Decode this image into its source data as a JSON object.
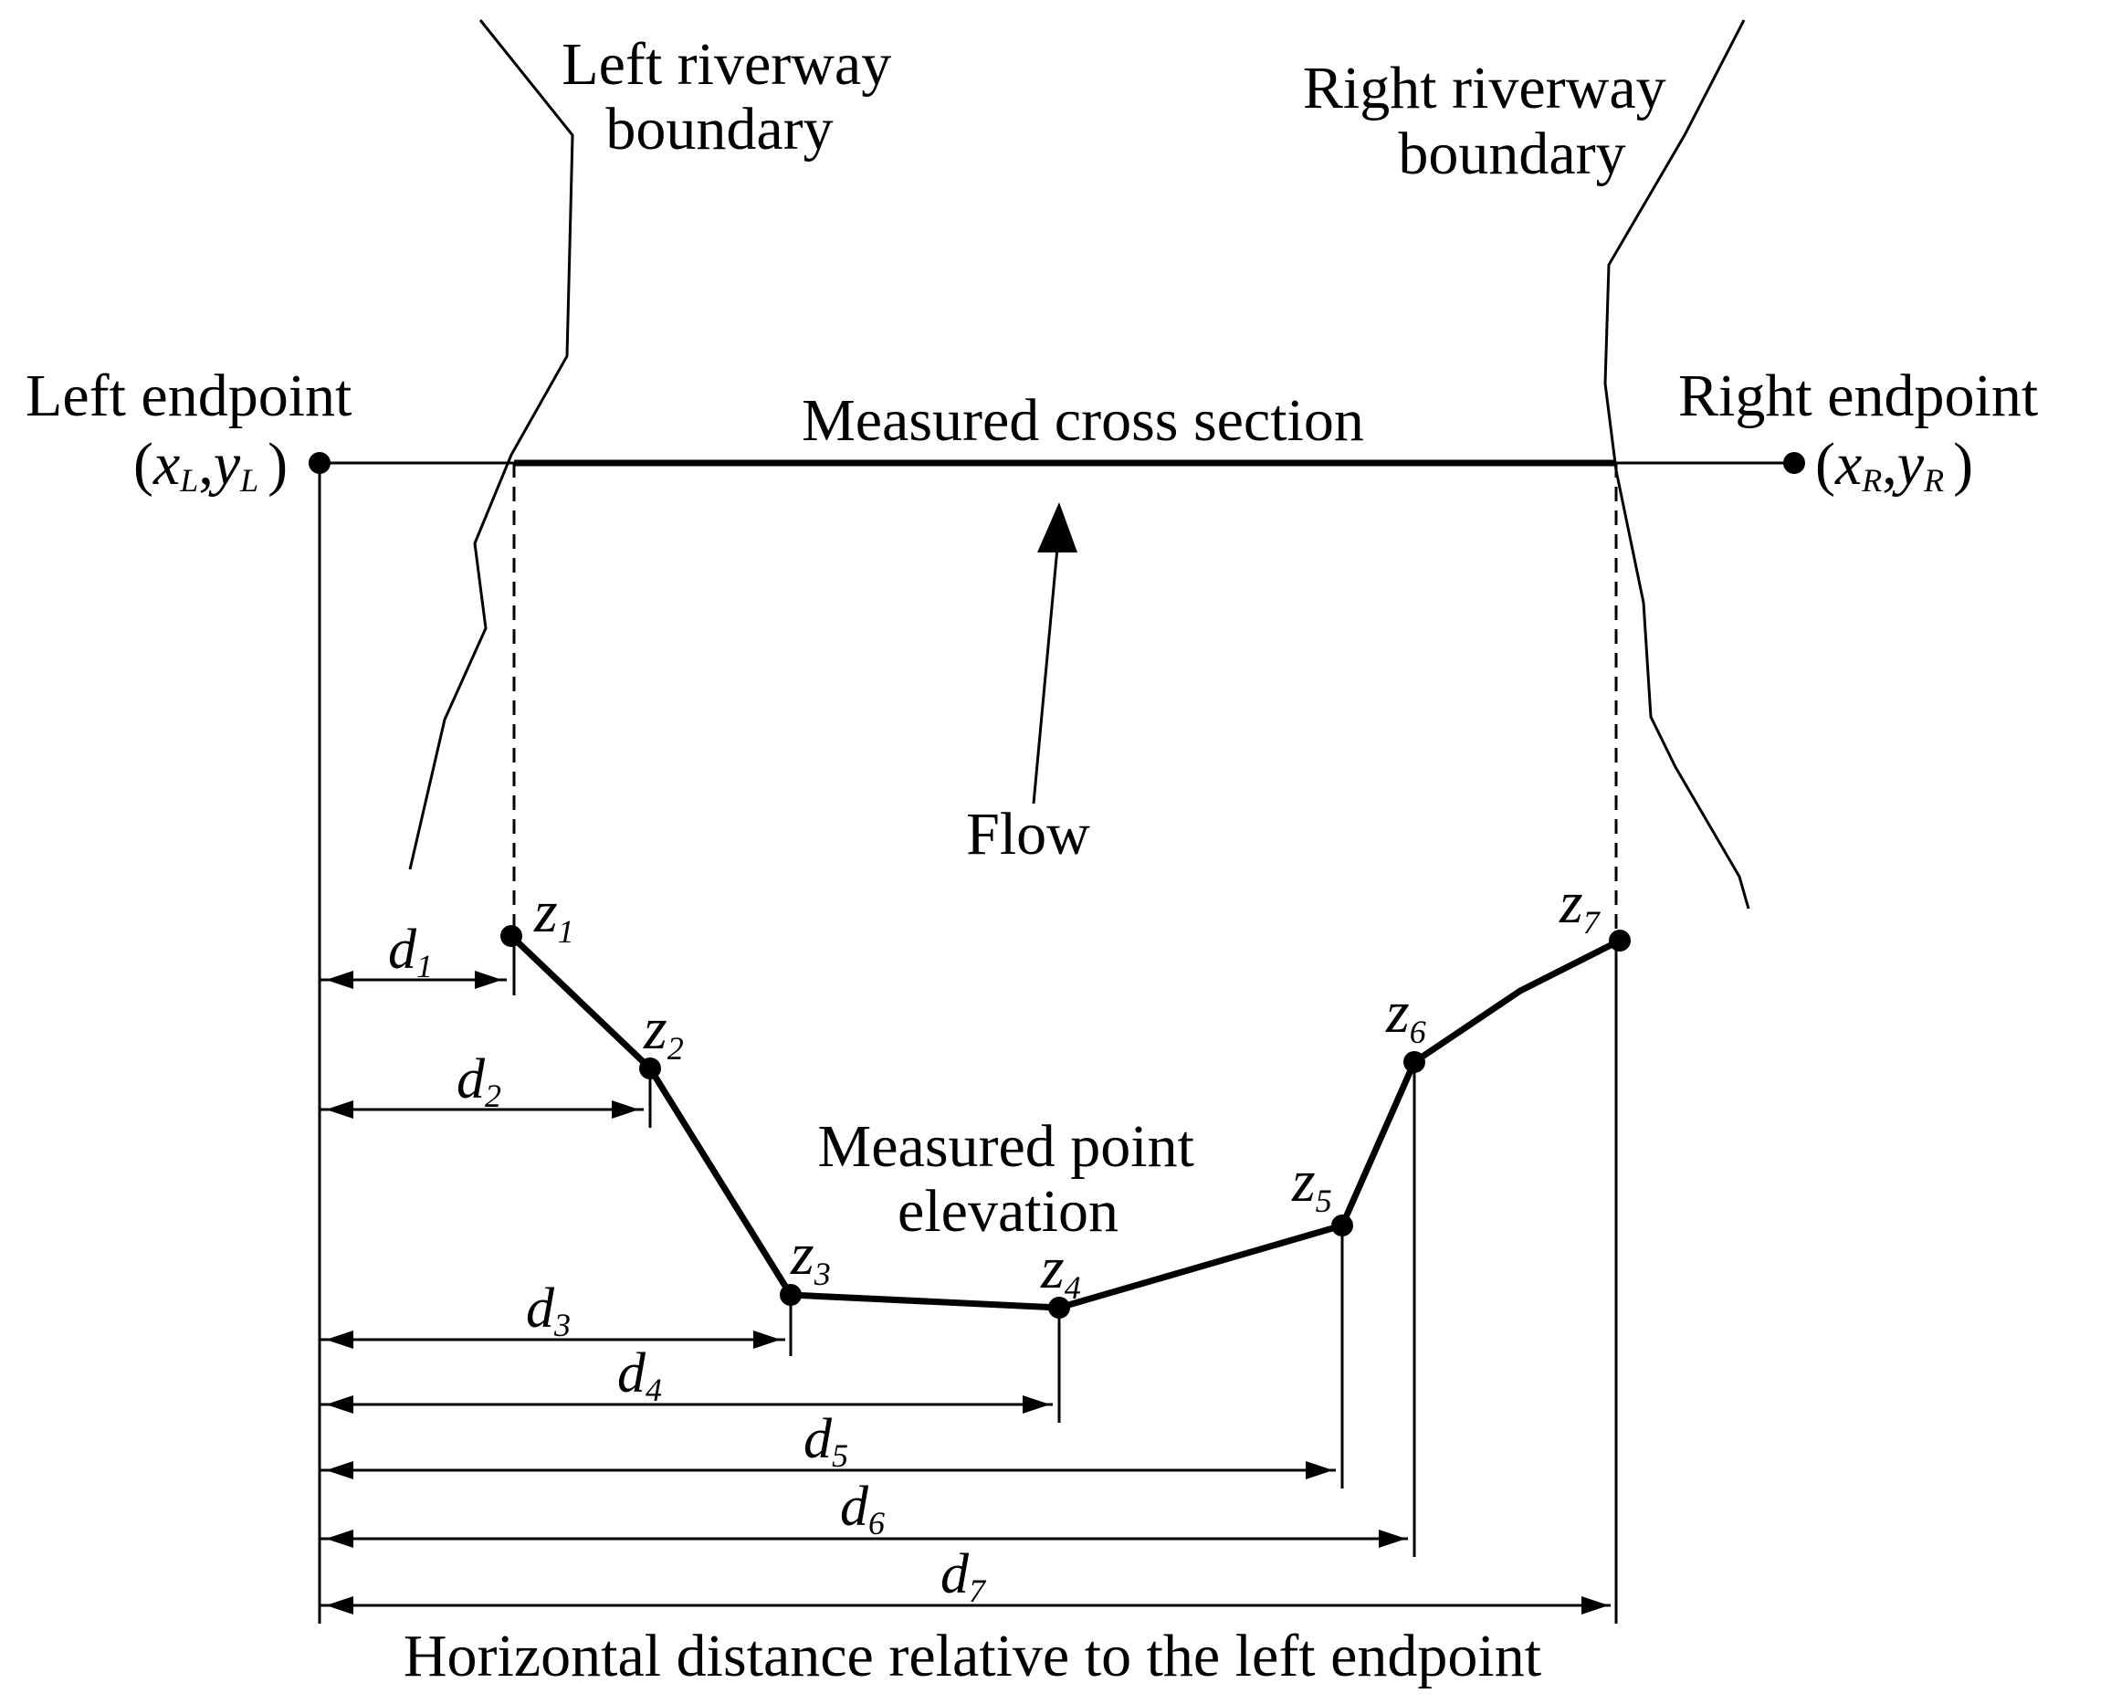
{
  "labels": {
    "left_boundary_line1": "Left riverway",
    "left_boundary_line2": "boundary",
    "right_boundary_line1": "Right riverway",
    "right_boundary_line2": "boundary",
    "left_endpoint": "Left endpoint",
    "right_endpoint": "Right endpoint",
    "cross_section": "Measured cross section",
    "flow": "Flow",
    "elevation_line1": "Measured point",
    "elevation_line2": "elevation",
    "horizontal_distance": "Horizontal distance relative to the left endpoint"
  },
  "left_coord": {
    "open": "(",
    "x": "x",
    "x_sub": "L",
    "comma": ",",
    "y": "y",
    "y_sub": "L",
    "close": ")"
  },
  "right_coord": {
    "open": "(",
    "x": "x",
    "x_sub": "R",
    "comma": ",",
    "y": "y",
    "y_sub": "R",
    "close": ")"
  },
  "points": [
    {
      "symbol": "z",
      "index": "1"
    },
    {
      "symbol": "z",
      "index": "2"
    },
    {
      "symbol": "z",
      "index": "3"
    },
    {
      "symbol": "z",
      "index": "4"
    },
    {
      "symbol": "z",
      "index": "5"
    },
    {
      "symbol": "z",
      "index": "6"
    },
    {
      "symbol": "z",
      "index": "7"
    }
  ],
  "distances": [
    {
      "symbol": "d",
      "index": "1"
    },
    {
      "symbol": "d",
      "index": "2"
    },
    {
      "symbol": "d",
      "index": "3"
    },
    {
      "symbol": "d",
      "index": "4"
    },
    {
      "symbol": "d",
      "index": "5"
    },
    {
      "symbol": "d",
      "index": "6"
    },
    {
      "symbol": "d",
      "index": "7"
    }
  ]
}
